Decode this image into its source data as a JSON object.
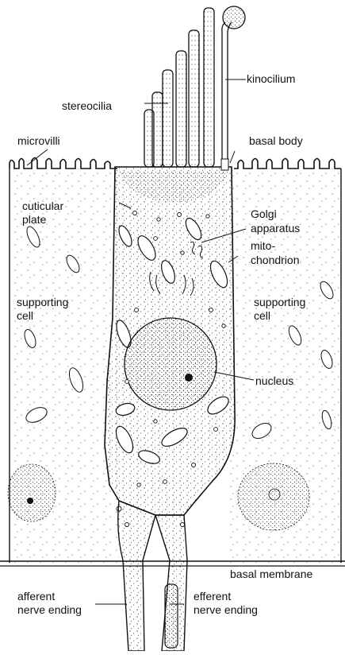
{
  "labels": {
    "kinocilium": "kinocilium",
    "stereocilia": "stereocilia",
    "microvilli": "microvilli",
    "basal_body": "basal body",
    "cuticular_plate_1": "cuticular",
    "cuticular_plate_2": "plate",
    "golgi_1": "Golgi",
    "golgi_2": "apparatus",
    "mito_1": "mito-",
    "mito_2": "chondrion",
    "supporting_left_1": "supporting",
    "supporting_left_2": "cell",
    "supporting_right_1": "supporting",
    "supporting_right_2": "cell",
    "nucleus": "nucleus",
    "basal_membrane": "basal membrane",
    "afferent_1": "afferent",
    "afferent_2": "nerve ending",
    "efferent_1": "efferent",
    "efferent_2": "nerve ending"
  },
  "colors": {
    "ink": "#111111",
    "paper": "#ffffff"
  }
}
